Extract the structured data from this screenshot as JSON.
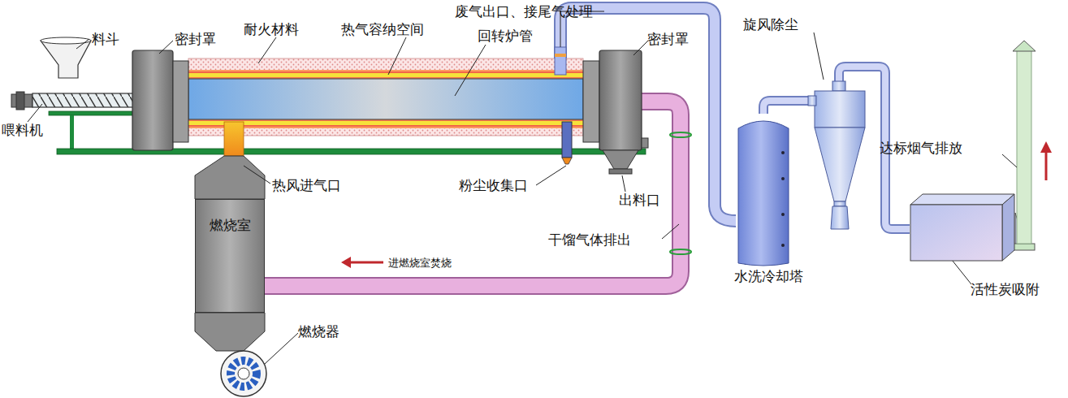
{
  "diagram": {
    "nodes": [
      {
        "text": [
          "燃烧室"
        ]
      },
      {
        "text": [
          "水洗冷却塔"
        ]
      },
      {
        "text": [
          "旋风除尘"
        ]
      },
      {
        "text": [
          "活性炭吸附"
        ]
      }
    ],
    "edges": [
      {
        "from": 1,
        "to": 2,
        "arrow": "none"
      },
      {
        "from": 2,
        "to": 3,
        "arrow": "none"
      }
    ],
    "labels": [
      "料斗",
      "喂料机",
      "密封罩",
      "耐火材料",
      "热气容纳空间",
      "废气出口、接尾气处理",
      "回转炉管",
      "密封罩",
      "热风进气口",
      "粉尘收集口",
      "出料口",
      "干馏气体排出",
      "进燃烧室焚烧",
      "燃烧器",
      "达标烟气排放"
    ]
  }
}
